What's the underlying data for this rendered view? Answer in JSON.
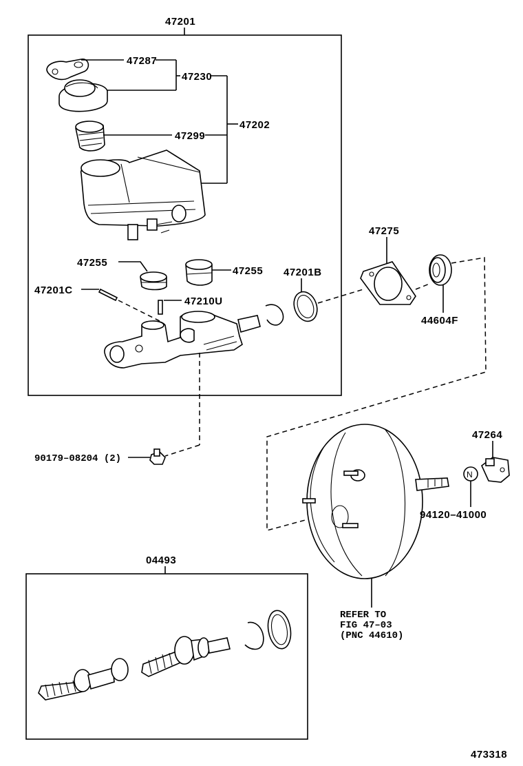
{
  "labels": {
    "p47201": "47201",
    "p47287": "47287",
    "p47230": "47230",
    "p47202": "47202",
    "p47299": "47299",
    "p47255_left": "47255",
    "p47255_right": "47255",
    "p47201B": "47201B",
    "p47275": "47275",
    "p47201C": "47201C",
    "p47210U": "47210U",
    "p44604F": "44604F",
    "p90179": "90179–08204 (2)",
    "p47264": "47264",
    "p94120": "94120–41000",
    "p04493": "04493",
    "refer_line1": "REFER TO",
    "refer_line2": "FIG 47–03",
    "refer_line3": "(PNC 44610)",
    "figure_id": "473318",
    "marker_n": "N"
  }
}
